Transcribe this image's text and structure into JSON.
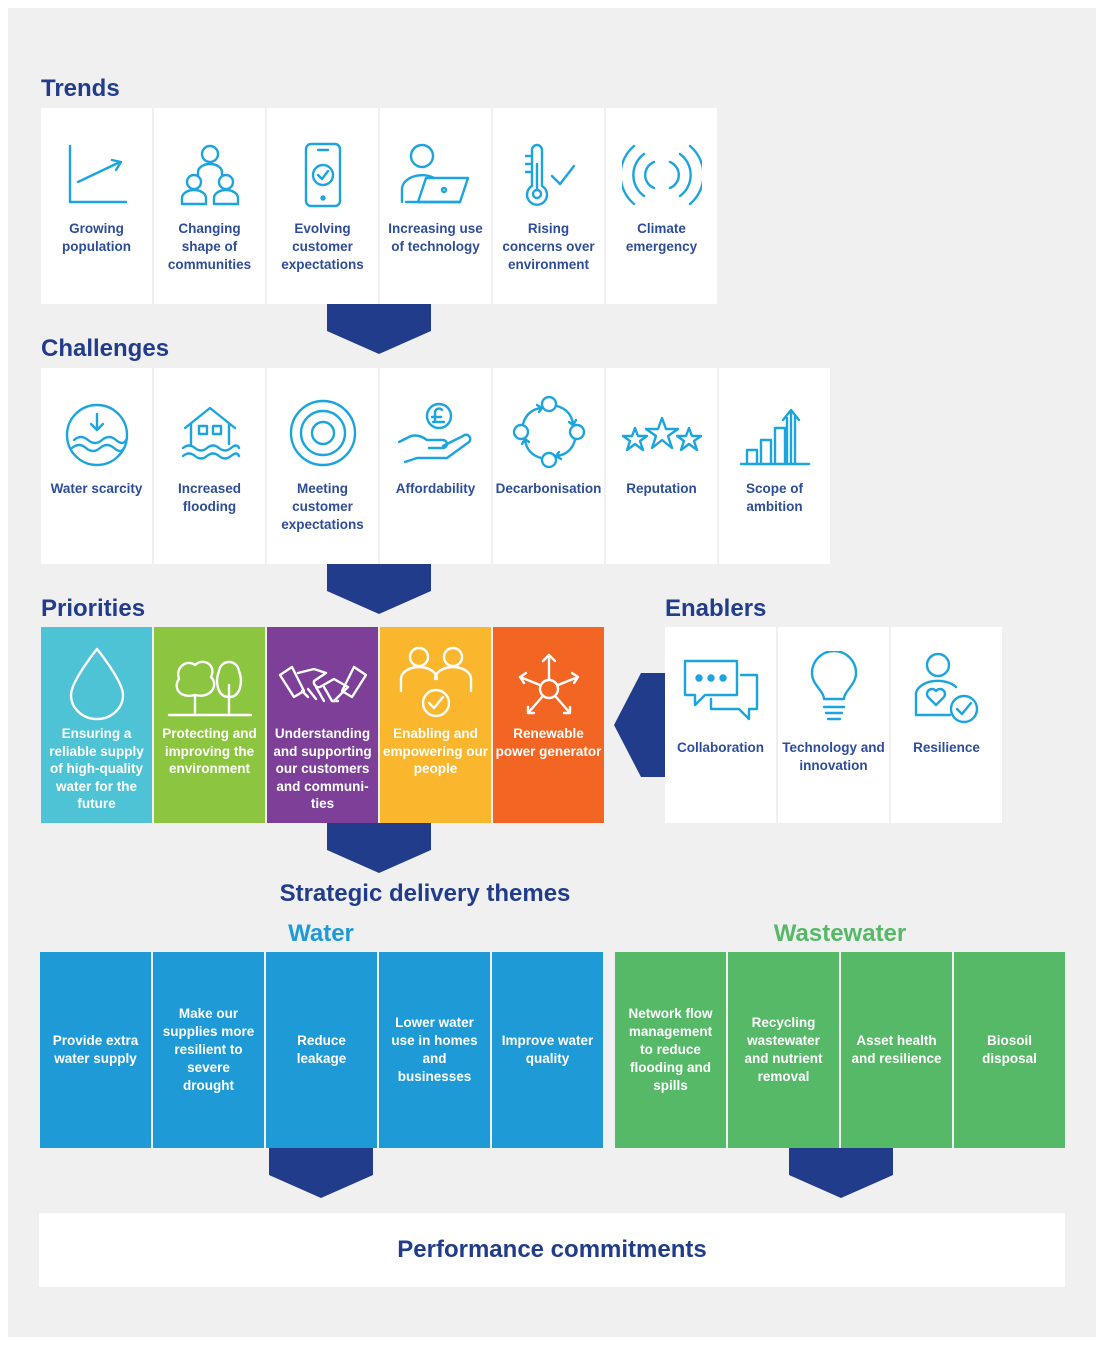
{
  "headings": {
    "trends": "Trends",
    "challenges": "Challenges",
    "priorities": "Priorities",
    "enablers": "Enablers",
    "strategic": "Strategic delivery themes",
    "water": "Water",
    "wastewater": "Wastewater",
    "performance": "Performance commitments"
  },
  "trends": [
    {
      "label": "Growing population",
      "icon": "growth-chart-icon"
    },
    {
      "label": "Changing shape of communities",
      "icon": "people-group-icon"
    },
    {
      "label": "Evolving customer expectations",
      "icon": "phone-check-icon"
    },
    {
      "label": "Increasing use of technology",
      "icon": "person-laptop-icon"
    },
    {
      "label": "Rising concerns over environment",
      "icon": "thermometer-check-icon"
    },
    {
      "label": "Climate emergency",
      "icon": "broadcast-waves-icon"
    }
  ],
  "challenges": [
    {
      "label": "Water scarcity",
      "icon": "water-level-icon"
    },
    {
      "label": "Increased flooding",
      "icon": "flooded-house-icon"
    },
    {
      "label": "Meeting customer expectations",
      "icon": "target-icon"
    },
    {
      "label": "Affordability",
      "icon": "hand-pound-coin-icon"
    },
    {
      "label": "Decarbonisation",
      "icon": "cycle-icon"
    },
    {
      "label": "Reputation",
      "icon": "stars-icon"
    },
    {
      "label": "Scope of ambition",
      "icon": "rising-bars-icon"
    }
  ],
  "priorities": [
    {
      "label": "Ensuring a reliable supply of high-quality water for the future",
      "icon": "water-drop-icon",
      "color": "#4fc3d6"
    },
    {
      "label": "Protecting and improving the environment",
      "icon": "trees-icon",
      "color": "#8cc641"
    },
    {
      "label": "Understanding and supporting our customers and communi-ties",
      "icon": "handshake-icon",
      "color": "#7d3f98"
    },
    {
      "label": "Enabling and empowering our people",
      "icon": "people-check-icon",
      "color": "#fab62d"
    },
    {
      "label": "Renewable power generator",
      "icon": "energy-hub-icon",
      "color": "#f26522"
    }
  ],
  "enablers": [
    {
      "label": "Collaboration",
      "icon": "chat-bubbles-icon"
    },
    {
      "label": "Technology and innovation",
      "icon": "lightbulb-icon"
    },
    {
      "label": "Resilience",
      "icon": "person-heart-icon"
    }
  ],
  "water_themes": [
    "Provide extra water supply",
    "Make our supplies more resilient to severe drought",
    "Reduce leakage",
    "Lower water use in homes and businesses",
    "Improve water quality"
  ],
  "wastewater_themes": [
    "Network flow management to reduce flooding and spills",
    "Recycling wastewater and nutrient removal",
    "Asset health and resilience",
    "Biosoil disposal"
  ],
  "colors": {
    "navy": "#213c8b",
    "water": "#1e9bd7",
    "wastewater": "#55b967",
    "icon": "#1ca4df"
  }
}
